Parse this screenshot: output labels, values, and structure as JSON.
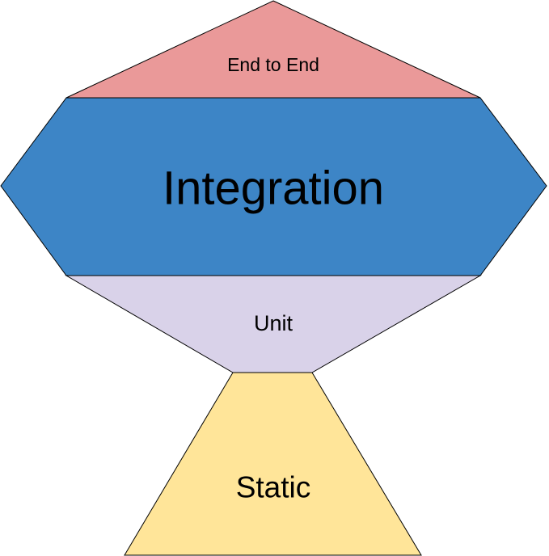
{
  "diagram": {
    "layers": [
      {
        "id": "end-to-end",
        "label": "End to End",
        "color": "#ea9999"
      },
      {
        "id": "integration",
        "label": "Integration",
        "color": "#3d85c6"
      },
      {
        "id": "unit",
        "label": "Unit",
        "color": "#d9d2e9"
      },
      {
        "id": "static",
        "label": "Static",
        "color": "#ffe599"
      }
    ]
  }
}
